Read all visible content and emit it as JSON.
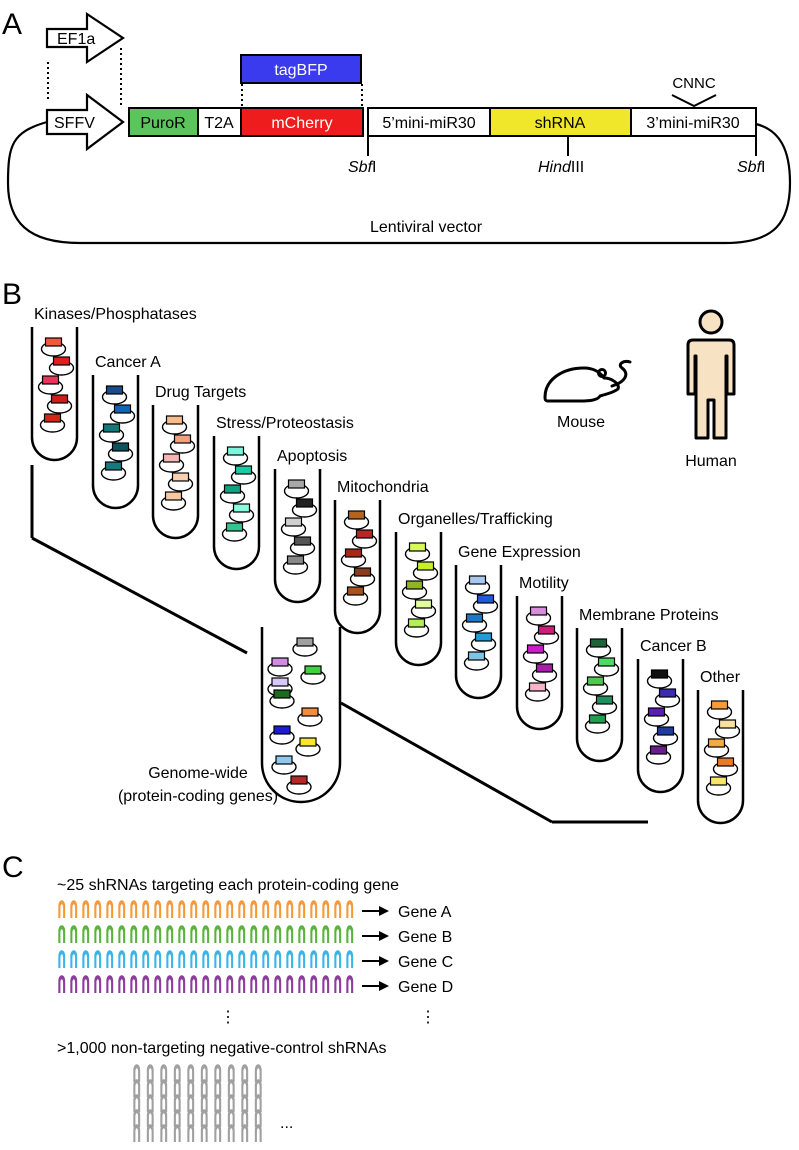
{
  "panels": {
    "a": "A",
    "b": "B",
    "c": "C"
  },
  "vector": {
    "ef1a": "EF1a",
    "sffv": "SFFV",
    "puror": "PuroR",
    "t2a": "T2A",
    "tagbfp": "tagBFP",
    "mcherry": "mCherry",
    "mir30_5": "5’mini-miR30",
    "shrna": "shRNA",
    "mir30_3": "3’mini-miR30",
    "cnnc": "CNNC",
    "sites": [
      {
        "italic": "Sbf",
        "roman": "I"
      },
      {
        "italic": "Hind",
        "roman": "III"
      },
      {
        "italic": "Sbf",
        "roman": "I"
      }
    ],
    "backbone": "Lentiviral vector",
    "colors": {
      "puror": "#5cc45c",
      "tagbfp": "#3a3aee",
      "mcherry": "#ee1c1c",
      "shrna": "#f0e62a"
    }
  },
  "libraries": [
    {
      "label": "Kinases/Phosphatases",
      "colors": [
        "#f05a3c",
        "#e01e1e",
        "#e8365a",
        "#cc1e1e",
        "#d02818"
      ]
    },
    {
      "label": "Cancer A",
      "colors": [
        "#1a4c8c",
        "#1464b4",
        "#127878",
        "#10505a",
        "#147a80"
      ]
    },
    {
      "label": "Drug Targets",
      "colors": [
        "#f8bc8c",
        "#f4a07c",
        "#f8b4b4",
        "#f8d0b0",
        "#f8c8a0"
      ]
    },
    {
      "label": "Stress/Proteostasis",
      "colors": [
        "#7ef4dc",
        "#1ec8a0",
        "#12a080",
        "#8cf8e0",
        "#2cc890"
      ]
    },
    {
      "label": "Apoptosis",
      "colors": [
        "#a8a8a8",
        "#222222",
        "#d0d0d0",
        "#555555",
        "#888888"
      ]
    },
    {
      "label": "Mitochondria",
      "colors": [
        "#b4641e",
        "#b42828",
        "#a82818",
        "#8c3c1e",
        "#a8501e"
      ]
    },
    {
      "label": "Organelles/Trafficking",
      "colors": [
        "#d8f85c",
        "#c8f028",
        "#90b428",
        "#e4fca0",
        "#b4f050"
      ]
    },
    {
      "label": "Gene Expression",
      "colors": [
        "#a8c8f0",
        "#1e5adc",
        "#1e78c8",
        "#1e9cd8",
        "#7cc4e8"
      ]
    },
    {
      "label": "Motility",
      "colors": [
        "#d88cdc",
        "#cc1e78",
        "#c81ec8",
        "#a81ea8",
        "#f8b4c8"
      ]
    },
    {
      "label": "Membrane Proteins",
      "colors": [
        "#1e6438",
        "#4cdc64",
        "#50c850",
        "#1e9060",
        "#1ea050"
      ]
    },
    {
      "label": "Cancer B",
      "colors": [
        "#101010",
        "#3a2cb4",
        "#5a1eb4",
        "#1e3c9c",
        "#6a1e8c"
      ]
    },
    {
      "label": "Other",
      "colors": [
        "#f49c3c",
        "#f8e0a0",
        "#f4ac3c",
        "#e87a28",
        "#f8e664"
      ]
    }
  ],
  "genome_wide": {
    "label_line1": "Genome-wide",
    "label_line2": "(protein-coding genes)",
    "colors": [
      "#a0a0a0",
      "#d08ce0",
      "#40d040",
      "#d8c8f8",
      "#1e6a1e",
      "#f08c3c",
      "#1c1cd0",
      "#f8e628",
      "#90c8f0",
      "#b42828"
    ]
  },
  "organisms": {
    "mouse": "Mouse",
    "human": "Human"
  },
  "panel_c": {
    "header": "~25 shRNAs targeting each protein-coding gene",
    "genes": [
      {
        "label": "Gene A",
        "color": "#f59a3c"
      },
      {
        "label": "Gene B",
        "color": "#59b43c"
      },
      {
        "label": "Gene C",
        "color": "#3cb4e6"
      },
      {
        "label": "Gene D",
        "color": "#8c3c9c"
      }
    ],
    "ellipsis": "⋮",
    "controls_header": ">1,000 non-targeting negative-control shRNAs",
    "controls_color": "#a0a0a0",
    "controls_more": "..."
  }
}
